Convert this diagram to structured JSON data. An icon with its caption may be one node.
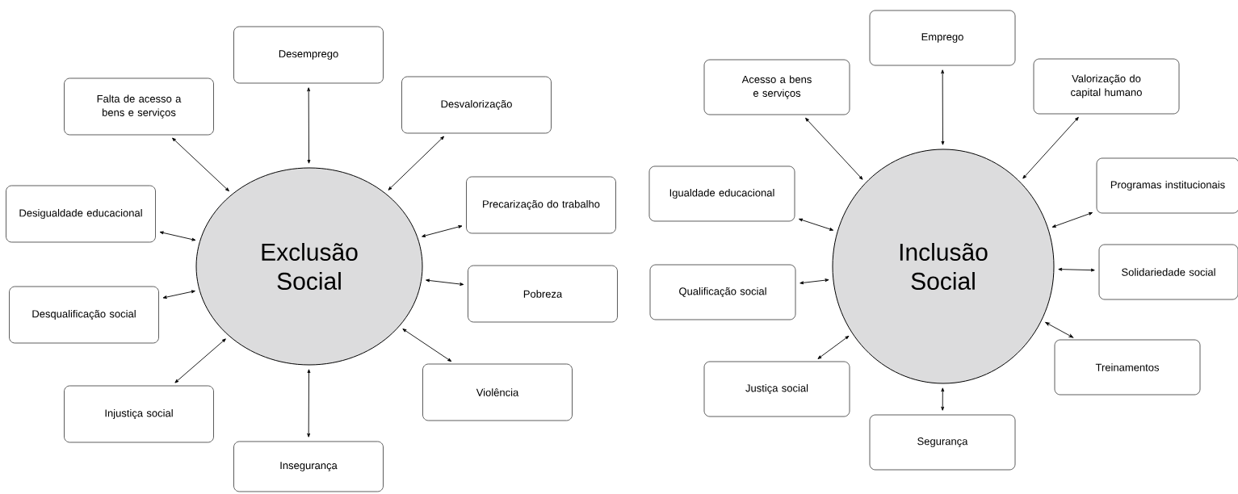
{
  "diagram": {
    "nodes": [
      {
        "text": [
          "Exclusão Social"
        ]
      },
      {
        "text": [
          "Desemprego"
        ]
      },
      {
        "text": [
          "Falta de acesso a bens e serviços"
        ]
      },
      {
        "text": [
          "Desvalorização"
        ]
      },
      {
        "text": [
          "Desigualdade educacional"
        ]
      },
      {
        "text": [
          "Precarização do trabalho"
        ]
      },
      {
        "text": [
          "Desqualificação social"
        ]
      },
      {
        "text": [
          "Pobreza"
        ]
      },
      {
        "text": [
          "Injustiça social"
        ]
      },
      {
        "text": [
          "Violência"
        ]
      },
      {
        "text": [
          "Insegurança"
        ]
      },
      {
        "text": [
          "Inclusão Social"
        ]
      },
      {
        "text": [
          "Emprego"
        ]
      },
      {
        "text": [
          "Acesso a bens e serviços"
        ]
      },
      {
        "text": [
          "Valorização do capital humano"
        ]
      },
      {
        "text": [
          "Igualdade educacional"
        ]
      },
      {
        "text": [
          "Programas institucionais"
        ]
      },
      {
        "text": [
          "Qualificação social"
        ]
      },
      {
        "text": [
          "Solidariedade social"
        ]
      },
      {
        "text": [
          "Justiça social"
        ]
      },
      {
        "text": [
          "Treinamentos"
        ]
      },
      {
        "text": [
          "Segurança"
        ]
      }
    ],
    "edges": [
      {
        "from": 0,
        "to": 1,
        "arrow": "both"
      },
      {
        "from": 0,
        "to": 2,
        "arrow": "both"
      },
      {
        "from": 0,
        "to": 3,
        "arrow": "both"
      },
      {
        "from": 0,
        "to": 4,
        "arrow": "both"
      },
      {
        "from": 0,
        "to": 5,
        "arrow": "both"
      },
      {
        "from": 0,
        "to": 6,
        "arrow": "both"
      },
      {
        "from": 0,
        "to": 7,
        "arrow": "both"
      },
      {
        "from": 0,
        "to": 8,
        "arrow": "both"
      },
      {
        "from": 0,
        "to": 9,
        "arrow": "both"
      },
      {
        "from": 0,
        "to": 10,
        "arrow": "both"
      },
      {
        "from": 11,
        "to": 12,
        "arrow": "both"
      },
      {
        "from": 11,
        "to": 13,
        "arrow": "both"
      },
      {
        "from": 11,
        "to": 14,
        "arrow": "both"
      },
      {
        "from": 11,
        "to": 15,
        "arrow": "both"
      },
      {
        "from": 11,
        "to": 16,
        "arrow": "both"
      },
      {
        "from": 11,
        "to": 17,
        "arrow": "both"
      },
      {
        "from": 11,
        "to": 18,
        "arrow": "both"
      },
      {
        "from": 11,
        "to": 19,
        "arrow": "both"
      },
      {
        "from": 11,
        "to": 20,
        "arrow": "both"
      },
      {
        "from": 11,
        "to": 21,
        "arrow": "both"
      }
    ]
  }
}
